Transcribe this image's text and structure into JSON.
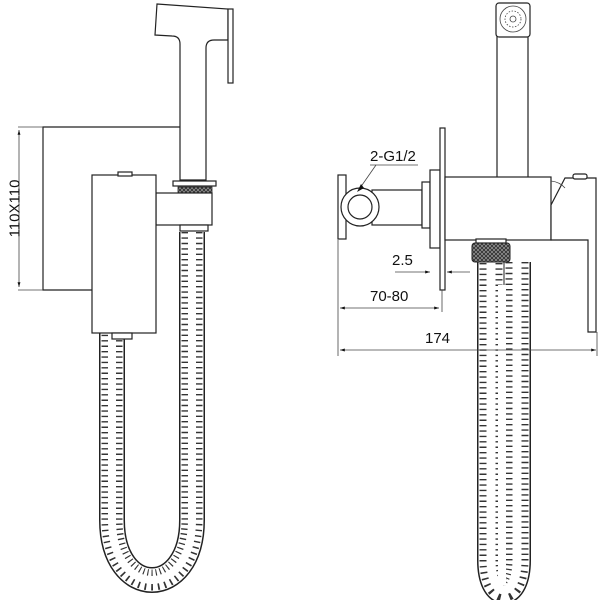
{
  "dimensions": {
    "plate_size": "110X110",
    "connection": "2-G1/2",
    "plate_thickness": "2.5",
    "depth": "70-80",
    "total_length": "174"
  },
  "colors": {
    "line": "#222222",
    "background": "#ffffff"
  }
}
